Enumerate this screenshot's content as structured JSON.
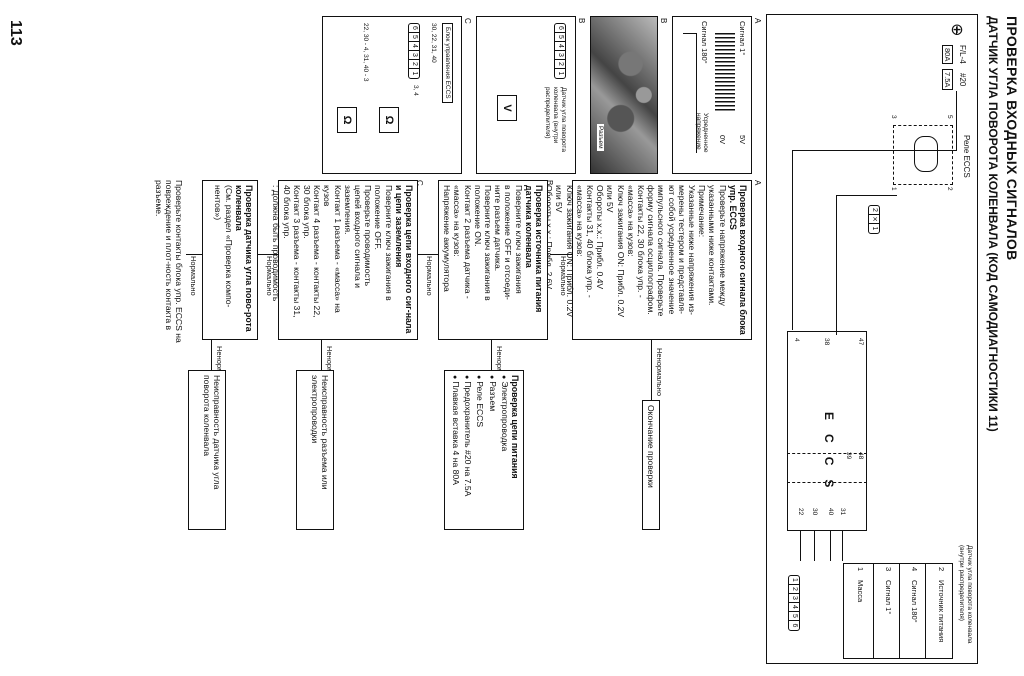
{
  "header": {
    "title": "ПРОВЕРКА ВХОДНЫХ СИГНАЛОВ",
    "subtitle": "ДАТЧИК УГЛА ПОВОРОТА КОЛЕНВАЛА (КОД САМОДИАГНОСТИКИ 11)"
  },
  "wiring": {
    "fuse_label": "F/L-4",
    "fuse_num": "#20",
    "fuse_main": "80A",
    "fuse_small": "7.5A",
    "relay_label": "Реле ECCS",
    "relay_pins": [
      "5",
      "2",
      "1",
      "3"
    ],
    "ecu_letters": [
      "E",
      "C",
      "C",
      "S"
    ],
    "ecu_pins_top": [
      "47",
      "38",
      "4"
    ],
    "ecu_pins_bottom": [
      "48",
      "39",
      "31",
      "40",
      "30",
      "22"
    ],
    "sensor_title": "Датчик угла поворота коленвала (внутри распределителя)",
    "sensor_rows": [
      {
        "pin": "2",
        "name": "Источник питания"
      },
      {
        "pin": "4",
        "name": "Сигнал 180°"
      },
      {
        "pin": "3",
        "name": "Сигнал 1°"
      },
      {
        "pin": "1",
        "name": "Масса"
      }
    ],
    "sensor_connector": [
      "1",
      "2",
      "3",
      "4",
      "5",
      "6"
    ],
    "small_connector": [
      "2",
      "1"
    ]
  },
  "sections": {
    "a": "A",
    "b": "B",
    "c": "C",
    "letter_b": "B"
  },
  "waveform": {
    "sig1_label": "Сигнал 1°",
    "sig180_label": "Сигнал 180°",
    "v5": "5V",
    "v0": "0V",
    "avg_label": "Усредненное напряжение"
  },
  "photo_panel": {
    "connector_label": "Разъем",
    "sensor_note": "Датчик угла поворота коленвала (внутри распределителя)",
    "pins": [
      "6",
      "5",
      "4",
      "3",
      "2",
      "1"
    ],
    "meter_label": "V"
  },
  "ohm_panel": {
    "ecu_label": "Блок управления ECCS",
    "pins_line": "30, 22, 31, 40",
    "pins_note": "22, 30 - 4, 31, 40 - 3",
    "conn_pins": [
      "6",
      "5",
      "4",
      "3",
      "2",
      "1"
    ],
    "conn_small": "3, 4",
    "meter_label": "Ω"
  },
  "steps": {
    "a_box": {
      "title": "Проверка входного сигнала блока упр. ECCS",
      "lines": [
        "Проверьте напряжение между",
        "указанными ниже контактами.",
        "Примечание:",
        "Указанные ниже напряжения из-",
        "мерены тестером и представля-",
        "ют собой усредненное значение",
        "импульсного сигнала. Проверьте",
        "форму сигнала осциллографом.",
        "Контакты 22, 30 блока упр. -",
        "«масса» на кузов:",
        "Ключ зажигания ON: Прибл. 0.2V",
        "или 5V",
        "Обороты х.х.: Прибл. 0.4V",
        "Контакты 31, 40 блока упр. -",
        "«масса» на кузов:",
        "Ключ зажигания ON: Прибл. 0.2V",
        "или 5V",
        "Обороты х.х.: Прибл. 2.6V"
      ]
    },
    "a_ok": "Нормально",
    "a_bad": "Ненормально",
    "a_result": "Окончание проверки",
    "b_box": {
      "title": "Проверка источника питания датчика коленвала",
      "lines": [
        "Поверните ключ зажигания",
        "в положение OFF и отсоеди-",
        "ните разъем датчика.",
        "Поверните ключ зажигания в",
        "положение ON.",
        "Контакт 2 разъема датчика -",
        "«масса» на кузов:",
        "Напряжение аккумулятора"
      ]
    },
    "b_ok": "Нормально",
    "b_bad": "Ненормально",
    "b_result": {
      "title": "Проверка цепи питания",
      "items": [
        "Электропроводка",
        "Разъем",
        "Реле ECCS",
        "Предохранитель #20 на 7.5A",
        "Плавкая вставка 4 на 80A"
      ]
    },
    "c_box": {
      "title": "Проверка цепи входного сиг-нала и цепи заземления",
      "lines": [
        "Поверните ключ зажигания в",
        "положение OFF.",
        "Проверьте проводимость",
        "цепей входного сигнала и",
        "заземления.",
        "Контакт 1 разъема - «масса» на",
        "кузов",
        "Контакт 4 разъема - контакты 22,",
        "30 блока упр.",
        "Контакт 3 разъема - контакты 31,",
        "40 блока упр.",
        ": Должна быть проводимость"
      ]
    },
    "c_ok": "Нормально",
    "c_bad": "Ненормально",
    "c_result": "Неисправность разъема или электропроводки",
    "d_box": {
      "title": "Проверка датчика угла пово-рота коленвала",
      "lines": [
        "(См. раздел «Проверка компо-",
        "нентов»)"
      ]
    },
    "d_ok": "Нормально",
    "d_bad": "Ненормально",
    "d_result": "Неисправность датчика угла поворота коленвала",
    "final": "Проверьте контакты блока упр. ECCS на повреждение и плот-ность контакта в разъеме."
  },
  "page_number": "113"
}
